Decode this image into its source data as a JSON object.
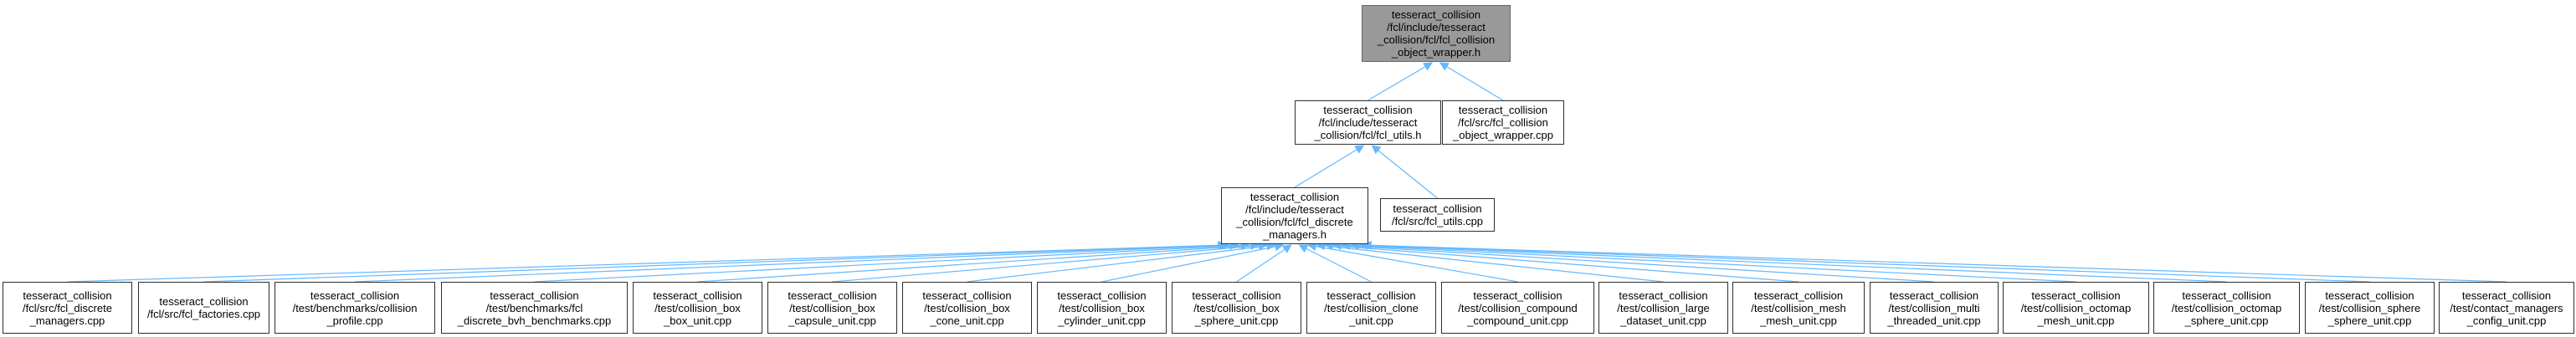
{
  "nodes": [
    {
      "id": "root",
      "label": "tesseract_collision\n/fcl/include/tesseract\n_collision/fcl/fcl_collision\n_object_wrapper.h"
    },
    {
      "id": "utils_h",
      "label": "tesseract_collision\n/fcl/include/tesseract\n_collision/fcl/fcl_utils.h"
    },
    {
      "id": "wrapper_cpp",
      "label": "tesseract_collision\n/fcl/src/fcl_collision\n_object_wrapper.cpp"
    },
    {
      "id": "discrete_h",
      "label": "tesseract_collision\n/fcl/include/tesseract\n_collision/fcl/fcl_discrete\n_managers.h"
    },
    {
      "id": "utils_cpp",
      "label": "tesseract_collision\n/fcl/src/fcl_utils.cpp"
    },
    {
      "id": "l0",
      "label": "tesseract_collision\n/fcl/src/fcl_discrete\n_managers.cpp"
    },
    {
      "id": "l1",
      "label": "tesseract_collision\n/fcl/src/fcl_factories.cpp"
    },
    {
      "id": "l2",
      "label": "tesseract_collision\n/test/benchmarks/collision\n_profile.cpp"
    },
    {
      "id": "l3",
      "label": "tesseract_collision\n/test/benchmarks/fcl\n_discrete_bvh_benchmarks.cpp"
    },
    {
      "id": "l4",
      "label": "tesseract_collision\n/test/collision_box\n_box_unit.cpp"
    },
    {
      "id": "l5",
      "label": "tesseract_collision\n/test/collision_box\n_capsule_unit.cpp"
    },
    {
      "id": "l6",
      "label": "tesseract_collision\n/test/collision_box\n_cone_unit.cpp"
    },
    {
      "id": "l7",
      "label": "tesseract_collision\n/test/collision_box\n_cylinder_unit.cpp"
    },
    {
      "id": "l8",
      "label": "tesseract_collision\n/test/collision_box\n_sphere_unit.cpp"
    },
    {
      "id": "l9",
      "label": "tesseract_collision\n/test/collision_clone\n_unit.cpp"
    },
    {
      "id": "l10",
      "label": "tesseract_collision\n/test/collision_compound\n_compound_unit.cpp"
    },
    {
      "id": "l11",
      "label": "tesseract_collision\n/test/collision_large\n_dataset_unit.cpp"
    },
    {
      "id": "l12",
      "label": "tesseract_collision\n/test/collision_mesh\n_mesh_unit.cpp"
    },
    {
      "id": "l13",
      "label": "tesseract_collision\n/test/collision_multi\n_threaded_unit.cpp"
    },
    {
      "id": "l14",
      "label": "tesseract_collision\n/test/collision_octomap\n_mesh_unit.cpp"
    },
    {
      "id": "l15",
      "label": "tesseract_collision\n/test/collision_octomap\n_sphere_unit.cpp"
    },
    {
      "id": "l16",
      "label": "tesseract_collision\n/test/collision_sphere\n_sphere_unit.cpp"
    },
    {
      "id": "l17",
      "label": "tesseract_collision\n/test/contact_managers\n_config_unit.cpp"
    }
  ],
  "edges": [
    [
      "utils_h",
      "root"
    ],
    [
      "wrapper_cpp",
      "root"
    ],
    [
      "discrete_h",
      "utils_h"
    ],
    [
      "utils_cpp",
      "utils_h"
    ],
    [
      "l0",
      "discrete_h"
    ],
    [
      "l1",
      "discrete_h"
    ],
    [
      "l2",
      "discrete_h"
    ],
    [
      "l3",
      "discrete_h"
    ],
    [
      "l4",
      "discrete_h"
    ],
    [
      "l5",
      "discrete_h"
    ],
    [
      "l6",
      "discrete_h"
    ],
    [
      "l7",
      "discrete_h"
    ],
    [
      "l8",
      "discrete_h"
    ],
    [
      "l9",
      "discrete_h"
    ],
    [
      "l10",
      "discrete_h"
    ],
    [
      "l11",
      "discrete_h"
    ],
    [
      "l12",
      "discrete_h"
    ],
    [
      "l13",
      "discrete_h"
    ],
    [
      "l14",
      "discrete_h"
    ],
    [
      "l15",
      "discrete_h"
    ],
    [
      "l16",
      "discrete_h"
    ],
    [
      "l17",
      "discrete_h"
    ]
  ],
  "colors": {
    "edge": "#63b8ff",
    "root_fill": "#999999",
    "node_border": "#2e2e2e"
  }
}
